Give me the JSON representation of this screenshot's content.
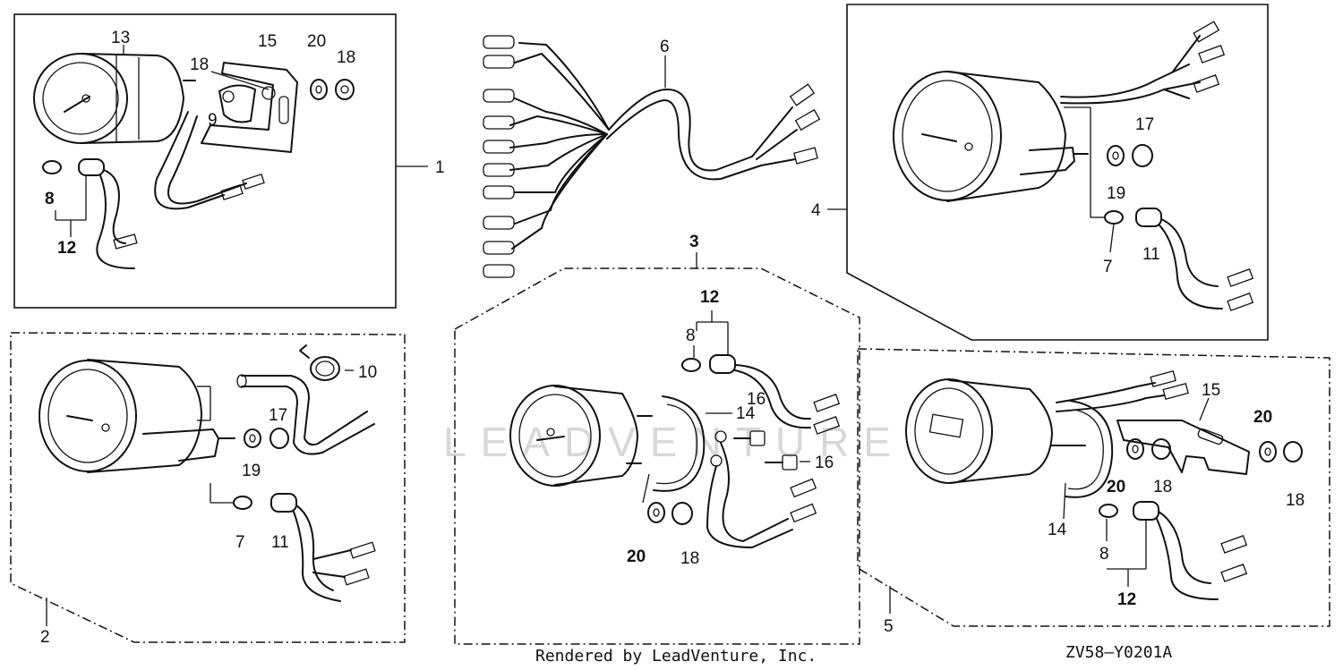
{
  "watermark": "LEADVENTURE",
  "footer": {
    "credit": "Rendered by LeadVenture, Inc.",
    "diagram_code": "ZV58—Y0201A"
  },
  "callouts": {
    "p1": {
      "ref": "1",
      "l13": "13",
      "l15": "15",
      "l20": "20",
      "l18a": "18",
      "l18b": "18",
      "l9": "9",
      "l8": "8",
      "l12": "12"
    },
    "p2": {
      "ref": "2",
      "l10": "10",
      "l17": "17",
      "l19": "19",
      "l7": "7",
      "l11": "11"
    },
    "p3": {
      "ref": "3",
      "l12": "12",
      "l8": "8",
      "l14": "14",
      "l16a": "16",
      "l16b": "16",
      "l20": "20",
      "l18": "18"
    },
    "p4": {
      "ref": "4",
      "l17": "17",
      "l19": "19",
      "l7": "7",
      "l11": "11"
    },
    "p5": {
      "ref": "5",
      "l15": "15",
      "l20a": "20",
      "l20b": "20",
      "l18a": "18",
      "l18b": "18",
      "l14": "14",
      "l8": "8",
      "l12": "12"
    },
    "harness": {
      "l6": "6"
    }
  },
  "icons": [
    "speedometer-gauge-icon",
    "wire-harness-icon",
    "bulb-socket-icon",
    "nut-icon",
    "washer-icon",
    "bracket-icon",
    "hose-icon",
    "clamp-icon",
    "bolt-icon"
  ]
}
